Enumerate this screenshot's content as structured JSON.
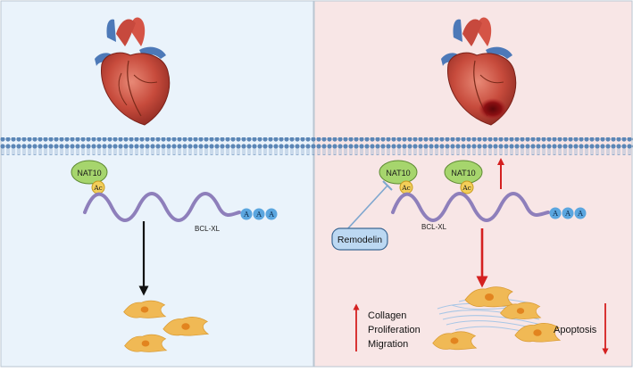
{
  "colors": {
    "left_panel_bg": "#eaf3fb",
    "right_panel_bg": "#f8e6e6",
    "panel_border": "#b9c6d2",
    "membrane_blue": "#5b86b6",
    "rna_purple": "#8e7fbb",
    "polyA_blue": "#5ba6df",
    "nat10_green": "#a6d56d",
    "ac_yellow": "#f3cf5a",
    "arrow_black": "#111111",
    "arrow_red": "#d42020",
    "remodelin_blue": "#bcd8f2",
    "cell_orange": "#f0b955"
  },
  "left": {
    "heart_icon": "heart-icon",
    "nat10_label": "NAT10",
    "ac_label": "Ac",
    "gene_label": "BCL-XL",
    "polyA": [
      "A",
      "A",
      "A"
    ]
  },
  "right": {
    "heart_icon": "infarcted-heart-icon",
    "nat10_labels": [
      "NAT10",
      "NAT10"
    ],
    "ac_labels": [
      "Ac",
      "Ac"
    ],
    "gene_label": "BCL-XL",
    "polyA": [
      "A",
      "A",
      "A"
    ],
    "inhibitor_label": "Remodelin",
    "effects_up": [
      "Collagen",
      "Proliferation",
      "Migration"
    ],
    "effect_down": "Apoptosis"
  }
}
